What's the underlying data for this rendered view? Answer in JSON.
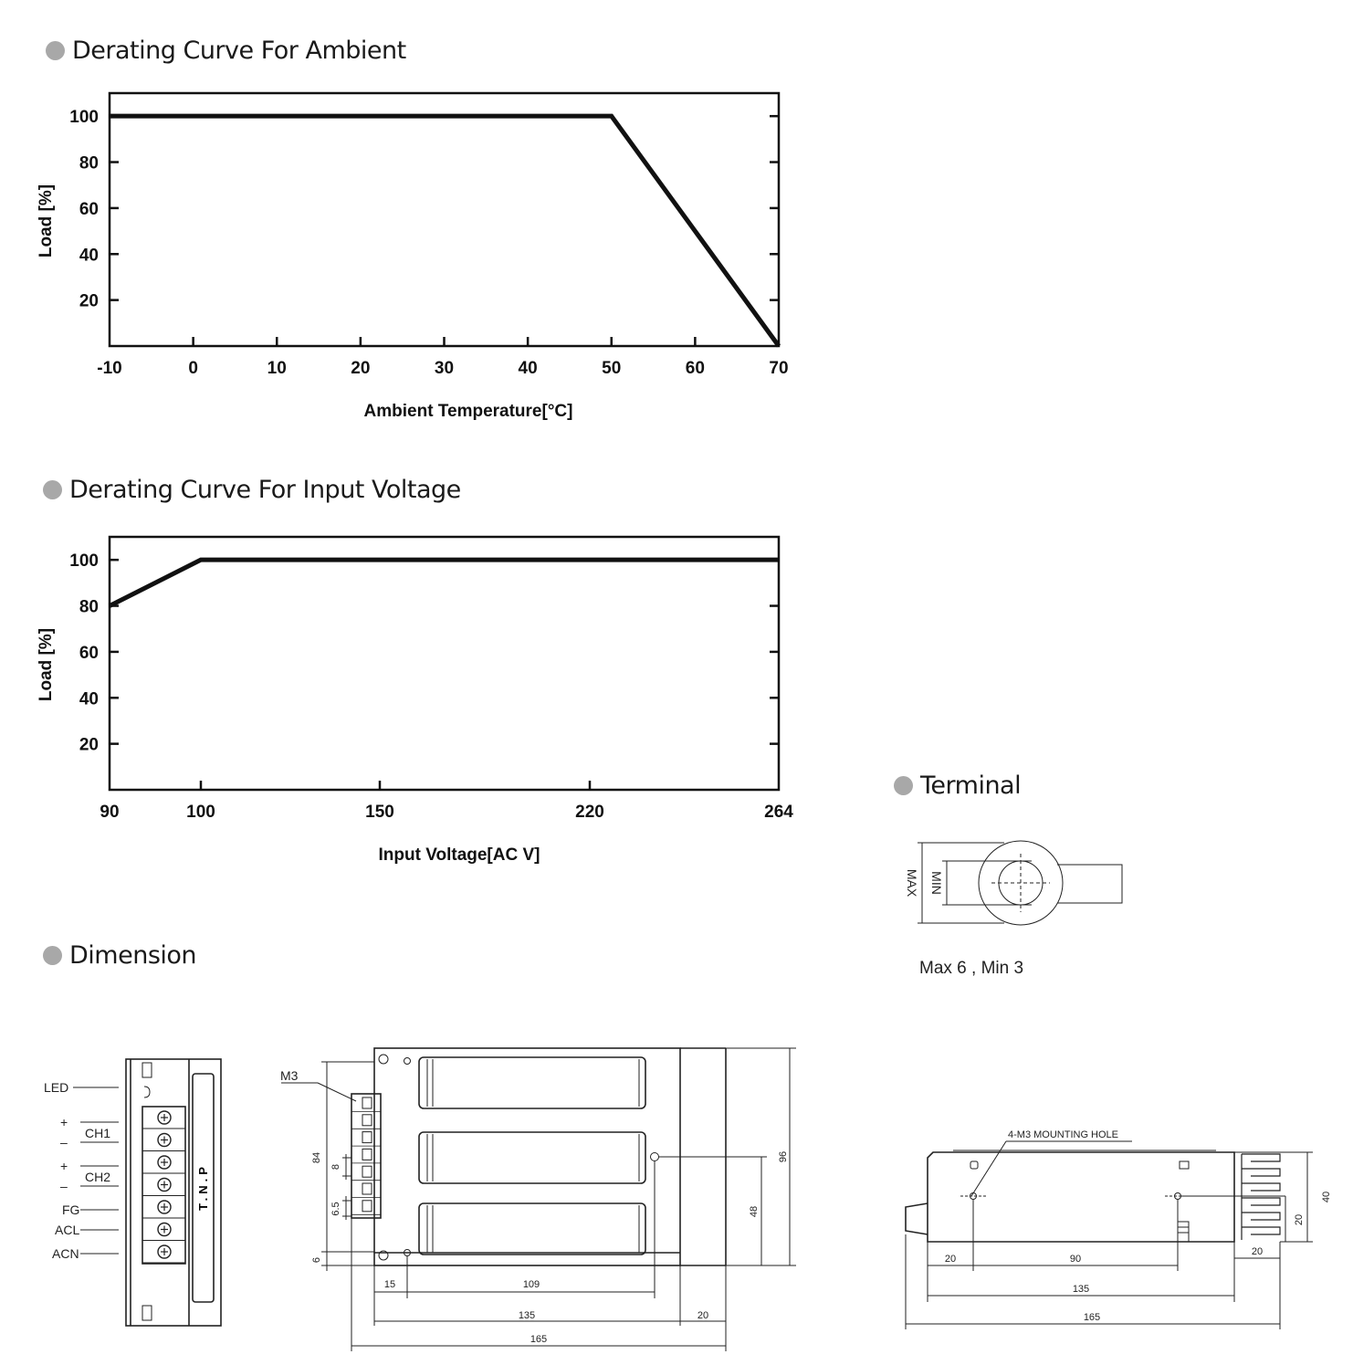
{
  "sections": {
    "ambient": "Derating Curve For Ambient",
    "voltage": "Derating Curve For Input Voltage",
    "terminal": "Terminal",
    "dimension": "Dimension"
  },
  "chart_data": [
    {
      "type": "line",
      "title": "Derating Curve For Ambient",
      "xlabel": "Ambient Temperature[°C]",
      "ylabel": "Load [%]",
      "x_ticks": [
        "-10",
        "0",
        "10",
        "20",
        "30",
        "40",
        "50",
        "60",
        "70"
      ],
      "y_ticks": [
        "20",
        "40",
        "60",
        "80",
        "100"
      ],
      "xlim": [
        -10,
        70
      ],
      "ylim": [
        0,
        110
      ],
      "series": [
        {
          "x": [
            -10,
            50,
            70
          ],
          "y": [
            100,
            100,
            0
          ]
        }
      ]
    },
    {
      "type": "line",
      "title": "Derating Curve For Input Voltage",
      "xlabel": "Input Voltage[AC V]",
      "ylabel": "Load [%]",
      "x_ticks": [
        "90",
        "100",
        "150",
        "220",
        "264"
      ],
      "y_ticks": [
        "20",
        "40",
        "60",
        "80",
        "100"
      ],
      "ylim": [
        0,
        110
      ],
      "series": [
        {
          "x": [
            90,
            100,
            264
          ],
          "y": [
            80,
            100,
            100
          ]
        }
      ]
    }
  ],
  "terminal": {
    "max_label": "MAX",
    "min_label": "MIN",
    "note": "Max 6 ,  Min 3"
  },
  "dimension": {
    "front_labels": [
      "LED",
      "+",
      "CH1",
      "–",
      "+",
      "CH2",
      "–",
      "FG",
      "ACL",
      "ACN"
    ],
    "brand": "T.N.P",
    "m3": "M3",
    "top_dims": [
      "84",
      "8",
      "6.5",
      "6",
      "96",
      "48",
      "15",
      "109",
      "135",
      "20",
      "165"
    ],
    "side_dims": [
      "4-M3 MOUNTING HOLE",
      "40",
      "20",
      "20",
      "90",
      "20",
      "135",
      "165"
    ]
  }
}
